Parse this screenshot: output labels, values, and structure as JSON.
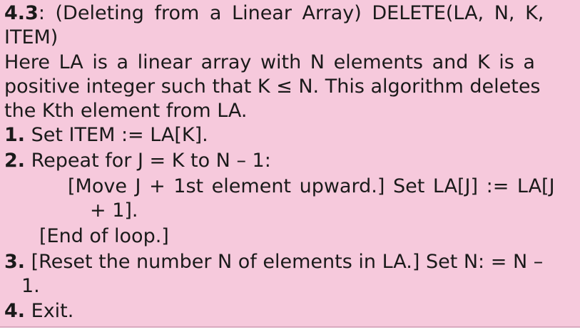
{
  "algorithm": {
    "number": "4.3",
    "title_rest": ": (Deleting from a Linear Array) DELETE(LA, N, K,",
    "title_cont": "ITEM)",
    "desc1": "Here LA is a linear array with N elements and K is a",
    "desc2": "positive integer such that K ≤ N. This algorithm deletes",
    "desc3": "the Kth element from LA.",
    "steps": [
      {
        "num": "1.",
        "text": " Set ITEM := LA[K]."
      },
      {
        "num": "2.",
        "text": " Repeat for J = K to N – 1:"
      },
      {
        "num": "3.",
        "text": " [Reset the number N of elements in LA.] Set N: = N –"
      },
      {
        "num": "4.",
        "text": " Exit."
      }
    ],
    "loop_body1": "[Move J + 1st element upward.] Set LA[J] := LA[J",
    "loop_body2": "+ 1].",
    "loop_end": "[End of loop.]",
    "step3_cont": "1."
  }
}
